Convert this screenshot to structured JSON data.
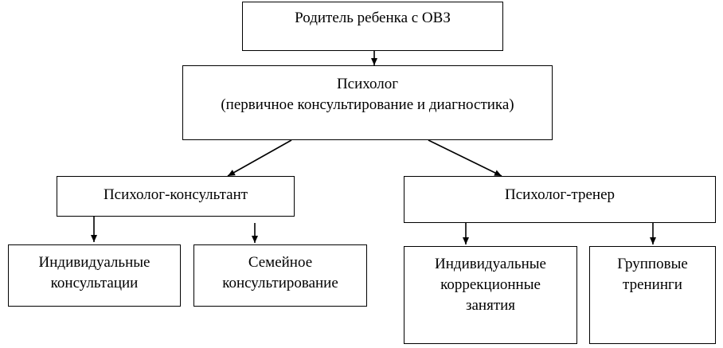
{
  "colors": {
    "stroke": "#000000",
    "background": "#ffffff"
  },
  "nodes": {
    "parent": {
      "line1": "Родитель ребенка с ОВЗ"
    },
    "psychologist": {
      "line1": "Психолог",
      "line2": "(первичное консультирование и диагностика)"
    },
    "consultant": {
      "line1": "Психолог-консультант"
    },
    "trainer": {
      "line1": "Психолог-тренер"
    },
    "individual_consultations": {
      "line1": "Индивидуальные",
      "line2": "консультации"
    },
    "family_counseling": {
      "line1": "Семейное",
      "line2": "консультирование"
    },
    "individual_correction": {
      "line1": "Индивидуальные",
      "line2": "коррекционные",
      "line3": "занятия"
    },
    "group_trainings": {
      "line1": "Групповые",
      "line2": "тренинги"
    }
  }
}
